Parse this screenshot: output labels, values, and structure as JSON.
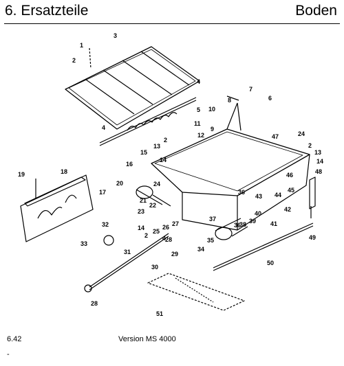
{
  "header": {
    "section_title": "6. Ersatzteile",
    "group_title": "Boden"
  },
  "footer": {
    "page_number": "6.42",
    "version": "Version MS 4000",
    "dash": "-"
  },
  "part_labels": [
    "1",
    "2",
    "3",
    "4",
    "4",
    "5",
    "6",
    "7",
    "8",
    "9",
    "10",
    "11",
    "2",
    "12",
    "13",
    "14",
    "15",
    "16",
    "47",
    "24",
    "2",
    "13",
    "14",
    "48",
    "19",
    "18",
    "17",
    "20",
    "24",
    "21",
    "22",
    "23",
    "14",
    "2",
    "25",
    "26",
    "27",
    "4",
    "32",
    "33",
    "31",
    "30",
    "29",
    "28",
    "34",
    "35",
    "37",
    "36",
    "38",
    "39",
    "40",
    "36",
    "43",
    "44",
    "42",
    "41",
    "46",
    "45",
    "49",
    "50",
    "28",
    "51"
  ]
}
